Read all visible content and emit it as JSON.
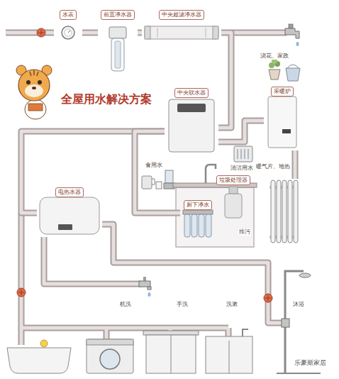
{
  "diagram": {
    "title": "全屋用水解决方案",
    "nodes": [
      {
        "text": [
          "水表"
        ]
      },
      {
        "text": [
          "前置净水器"
        ]
      },
      {
        "text": [
          "中央超滤净水器"
        ]
      },
      {
        "text": [
          "中央软水器"
        ]
      },
      {
        "text": [
          "采暖炉"
        ]
      },
      {
        "text": [
          "垃圾处理器"
        ]
      },
      {
        "text": [
          "电热水器"
        ]
      },
      {
        "text": [
          "厨下净水"
        ]
      }
    ],
    "edges": [
      {
        "from": 0,
        "to": 1,
        "arrow": "none"
      },
      {
        "from": 1,
        "to": 2,
        "arrow": "none"
      },
      {
        "from": 2,
        "to": 3,
        "arrow": "none"
      },
      {
        "from": 3,
        "to": 4,
        "arrow": "none"
      },
      {
        "from": 3,
        "to": 6,
        "arrow": "none"
      },
      {
        "from": 3,
        "to": 7,
        "arrow": "none"
      }
    ],
    "labels": [
      "浇花、家政",
      "食用水",
      "清洁用水",
      "暖气片、地热",
      "排污",
      "机洗",
      "手洗",
      "洗漱",
      "沐浴",
      "乐豪斯家居"
    ]
  }
}
